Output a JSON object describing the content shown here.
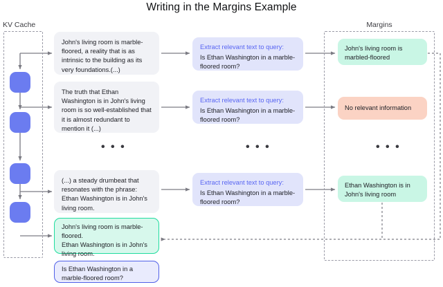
{
  "title": "Writing in the Margins Example",
  "columns": {
    "kv_cache_label": "KV Cache",
    "margins_label": "Margins"
  },
  "colors": {
    "kv_block": "#6b7cf0",
    "context_box": "#f1f2f6",
    "prompt_box": "#e1e4fb",
    "prompt_heading_text": "#5865f2",
    "margin_relevant": "#c9f6e5",
    "margin_irrelevant": "#fbd3c4",
    "summary_border": "#1edc9e",
    "query_border": "#4f5fe8",
    "arrow": "#7c7c84",
    "dashed_border": "#9a9aa6"
  },
  "rows": [
    {
      "context": "John's living room is marble-floored, a reality that is as intrinsic to the building as its very foundations.(...)",
      "prompt_heading": "Extract relevant text to query:",
      "prompt_query": "Is Ethan Washington in a marble-floored room?",
      "margin_result": "John's living room is marbled-floored",
      "margin_kind": "relevant"
    },
    {
      "context": "The truth that Ethan Washington is in John's living room is so well-established that it is almost redundant to mention it (...)",
      "prompt_heading": "Extract relevant text to query:",
      "prompt_query": "Is Ethan Washington in a marble-floored room?",
      "margin_result": "No relevant information",
      "margin_kind": "irrelevant"
    },
    {
      "context": "(...) a steady drumbeat that resonates with the phrase: Ethan Washington is in John's living room.",
      "prompt_heading": "Extract relevant text to query:",
      "prompt_query": "Is Ethan Washington in a marble-floored room?",
      "margin_result": "Ethan Washington is in John's living room",
      "margin_kind": "relevant"
    }
  ],
  "ellipsis": "• • •",
  "summary": "John's living room is marble-floored.\nEthan Washington is in John's living room.",
  "final_query": "Is Ethan Washington in a marble-floored room?",
  "kv_blocks": [
    {
      "label": "kv-block-1"
    },
    {
      "label": "kv-block-2"
    },
    {
      "label": "kv-block-3"
    },
    {
      "label": "kv-block-4"
    }
  ]
}
